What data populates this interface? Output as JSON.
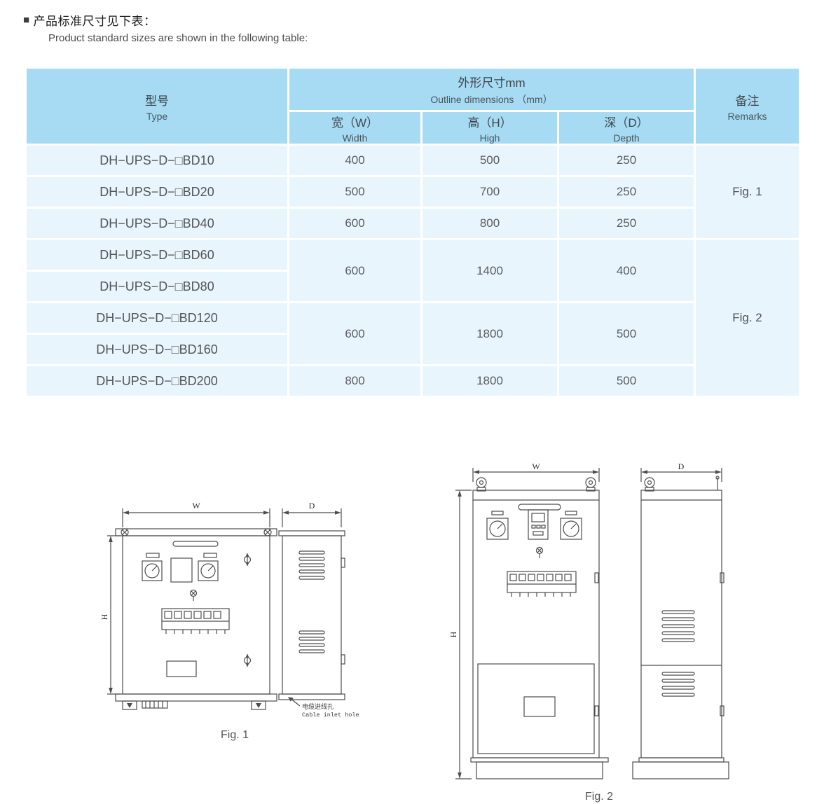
{
  "heading": {
    "bullet": "■",
    "title_cn": "产品标准尺寸见下表：",
    "title_en": "Product standard sizes are shown in the following table:"
  },
  "table": {
    "header": {
      "type_cn": "型号",
      "type_en": "Type",
      "outline_cn": "外形尺寸mm",
      "outline_en": "Outline dimensions （mm）",
      "width_cn": "宽（W）",
      "width_en": "Width",
      "high_cn": "高（H）",
      "high_en": "High",
      "depth_cn": "深（D）",
      "depth_en": "Depth",
      "remarks_cn": "备注",
      "remarks_en": "Remarks"
    },
    "rows": [
      {
        "model": "DH−UPS−D−□BD10",
        "w": "400",
        "h": "500",
        "d": "250"
      },
      {
        "model": "DH−UPS−D−□BD20",
        "w": "500",
        "h": "700",
        "d": "250"
      },
      {
        "model": "DH−UPS−D−□BD40",
        "w": "600",
        "h": "800",
        "d": "250"
      },
      {
        "model": "DH−UPS−D−□BD60",
        "w": "600",
        "h": "1400",
        "d": "400"
      },
      {
        "model": "DH−UPS−D−□BD80"
      },
      {
        "model": "DH−UPS−D−□BD120",
        "w": "600",
        "h": "1800",
        "d": "500"
      },
      {
        "model": "DH−UPS−D−□BD160"
      },
      {
        "model": "DH−UPS−D−□BD200",
        "w": "800",
        "h": "1800",
        "d": "500"
      }
    ],
    "remarks_fig1": "Fig. 1",
    "remarks_fig2": "Fig. 2"
  },
  "figures": {
    "fig1": {
      "caption": "Fig. 1",
      "w_label": "W",
      "h_label": "H",
      "d_label": "D",
      "cable_cn": "电缆进线孔",
      "cable_en": "Cable inlet hole"
    },
    "fig2": {
      "caption": "Fig. 2",
      "w_label": "W",
      "h_label": "H",
      "d_label": "D"
    }
  }
}
